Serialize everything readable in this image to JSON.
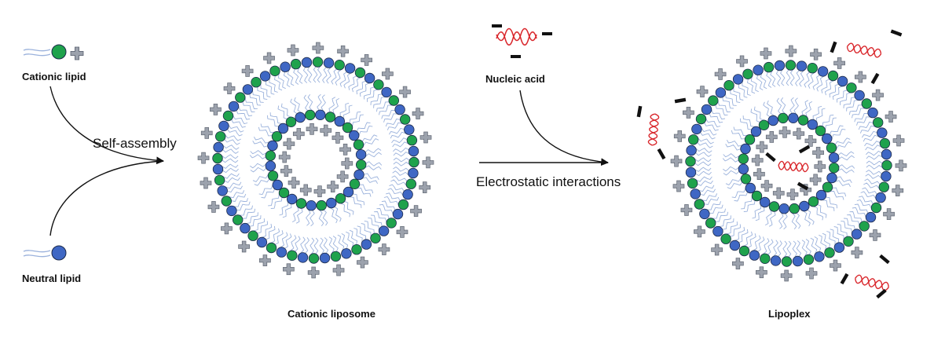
{
  "labels": {
    "cationic_lipid": "Cationic lipid",
    "neutral_lipid": "Neutral lipid",
    "self_assembly": "Self-assembly",
    "cationic_liposome": "Cationic liposome",
    "nucleic_acid": "Nucleic acid",
    "electrostatic": "Electrostatic interactions",
    "lipoplex": "Lipoplex"
  },
  "colors": {
    "cationic_head": "#1fa24c",
    "neutral_head": "#3f67c4",
    "head_stroke": "#1c2a4a",
    "tail": "#9bb2dc",
    "plus": "#9ca2ad",
    "nucleic": "#d9262b",
    "minus": "#111111",
    "arrow": "#111111"
  },
  "icons": [
    "plus-charge-icon",
    "minus-charge-icon",
    "dna-helix-icon"
  ]
}
